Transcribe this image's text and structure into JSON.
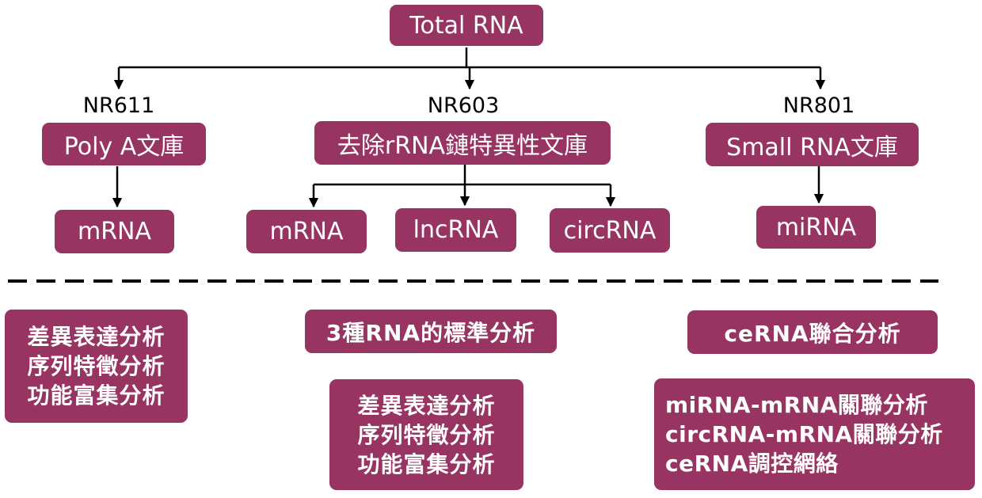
{
  "root": {
    "label": "Total RNA"
  },
  "libraries": [
    {
      "code": "NR611",
      "label": "Poly A文庫"
    },
    {
      "code": "NR603",
      "label": "去除rRNA鏈特異性文庫"
    },
    {
      "code": "NR801",
      "label": "Small RNA文庫"
    }
  ],
  "outputs": {
    "polya": [
      "mRNA"
    ],
    "rrna": [
      "mRNA",
      "lncRNA",
      "circRNA"
    ],
    "small": [
      "miRNA"
    ]
  },
  "analyses": {
    "left": {
      "lines": [
        "差異表達分析",
        "序列特徵分析",
        "功能富集分析"
      ]
    },
    "middle": {
      "title": "3種RNA的標準分析",
      "lines": [
        "差異表達分析",
        "序列特徵分析",
        "功能富集分析"
      ]
    },
    "right": {
      "title": "ceRNA聯合分析",
      "lines": [
        "miRNA-mRNA關聯分析",
        "circRNA-mRNA關聯分析",
        "ceRNA調控網絡"
      ]
    }
  },
  "colors": {
    "box": "#973461",
    "text": "#ffffff",
    "line": "#000000"
  }
}
